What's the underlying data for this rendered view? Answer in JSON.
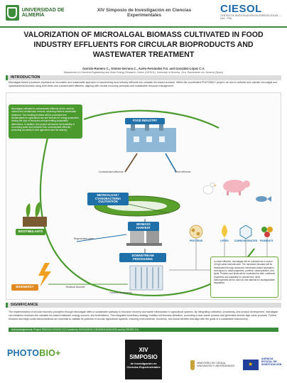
{
  "header": {
    "ual_name": "UNIVERSIDAD DE ALMERÍA",
    "symposium": "XIV Simposio de Investigación en Ciencias Experimentales",
    "ciesol": "CIESOL",
    "ciesol_sub": "CENTRO DE INVESTIGACIÓN EN ENERGÍA SOLAR — UAL · PSA"
  },
  "title": "VALORIZATION OF MICROALGAL BIOMASS CULTIVATED IN FOOD INDUSTRY EFFLUENTS FOR CIRCULAR BIOPRODUCTS AND WASTEWATER TREATMENT",
  "authors": "Garrido-Romero C., Gómez-Serrano C., Acién-Fernández F.G. and González-López C.V.",
  "affiliation": "Department of Chemical Engineering and Solar Energy Research Centre (CIESOL), University of Almería, Ctra. Sacramento s/n, Almería (Spain)",
  "sections": {
    "intro": "INTRODUCTION",
    "significance": "SIGNIFICANCE"
  },
  "intro_text": "Microalgae-based processes represent an innovative and sustainable approach to transforming food industry effluents into valuable bio-based products. Within the coordinated PHOTOBIO+ project, we aim to cultivate and valorise microalgal and cyanobacterial biomass using both clean and contaminated effluents, aligning with circular economy principles and sustainable resource management.",
  "diagram": {
    "green_note": "Microalgae cultivated in contaminated effluents will be used for nutrient and contaminant removal, achieving efficient wastewater treatment. The resulting biomass will be processed into biostimulants for agricultural use and biofuels for energy production, closing the loop of resources and generating sustainable alternatives. In addition, this project will assess the feasibility of recovering water and nutrients from contaminated effluents, promoting circularity in both agriculture and the industry.",
    "food_industry": "FOOD INDUSTRY",
    "contaminated": "Contaminated effluents",
    "clean": "Clean effluents",
    "cultivation": "MICROALGAE / CYANOBACTERIA CULTIVATION",
    "biomass_harvest": "BIOMASS HARVEST",
    "downstream": "DOWNSTREAM PROCESSING",
    "ceramic": "Ceramic membranes",
    "regenerated": "Regenerated water",
    "residual": "Residual biomass",
    "biostimulants": "BIOSTIMULANTS",
    "bioenergy": "BIOENERGY",
    "products": [
      "PROTEINS",
      "LIPIDS",
      "CARBOHYDRATES",
      "PIGMENTS"
    ],
    "blue_note": "In clean effluents, microalgae will be cultivated as a source of high-value biomolecules. The harvested biomass will be fractionated through advanced membrane-based separation techniques to obtain pigments, proteins, carbohydrates, and lipids. Proteins and lipids will be evaluated for their nutritional properties and suitability for animal feed, while carbohydrates will be used as raw material for biodegradable bioplastics."
  },
  "significance_text": "The implementation of circular economy principles through microalgae offers a sustainable pathway to resource recovery and waste minimization in agricultural systems. By integrating cultivation, processing, and product development, microalgae can transform residues into valuable bio-based materials, energy sources, and biofertilizers. This integrated biorefinery strategy enables full biomass utilization, promoting a near-waste process that generates diverse high-value products. Further research and large-scale demonstrations are essential to validate its potential in circular agricultural systems, ensuring environmental, economic, and social benefits that align with the goals of a sustainable bioeconomy.",
  "acknowledgement": "Acknowledgements: Project PID2024-XXXXXX-C21 funded by MICIU/AEI/10.13039/501100011033 and by FEDER, EU.",
  "footer": {
    "photo": "PHOTO",
    "bio": "BIO+",
    "sym_a": "XIV SIMPOSIO",
    "sym_b": "de Investigación en Ciencias Experimentales",
    "gov": "MINISTERIO DE CIENCIA, INNOVACIÓN Y UNIVERSIDADES",
    "aei": "AGENCIA ESTATAL DE INVESTIGACIÓN"
  },
  "colors": {
    "green": "#4a9a2e",
    "blue": "#1f6fa8",
    "accent_bar": "#3a8c3a"
  }
}
